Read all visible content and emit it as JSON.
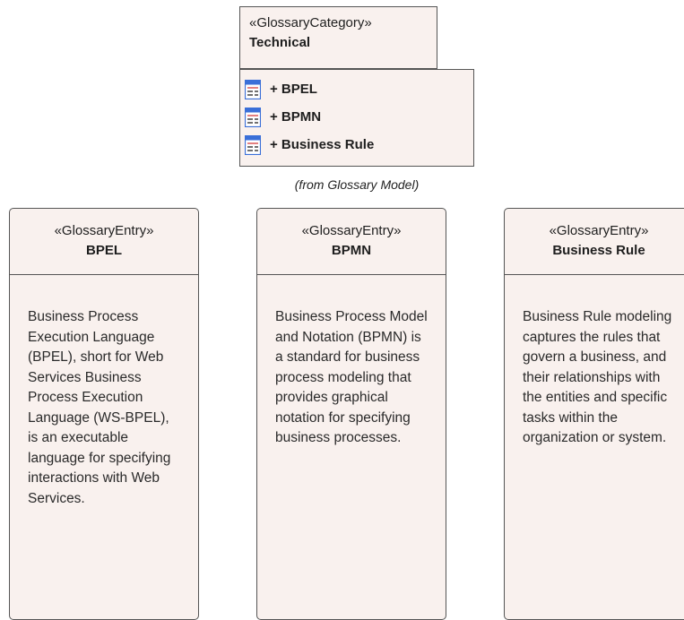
{
  "package": {
    "stereotype": "«GlossaryCategory»",
    "name": "Technical",
    "items": [
      {
        "label": "+ BPEL",
        "icon": "glossary-entry-icon"
      },
      {
        "label": "+ BPMN",
        "icon": "glossary-entry-icon"
      },
      {
        "label": "+ Business Rule",
        "icon": "glossary-entry-icon"
      }
    ],
    "from_note": "(from Glossary Model)"
  },
  "entries": [
    {
      "stereotype": "«GlossaryEntry»",
      "name": "BPEL",
      "description": "Business Process Execution Language (BPEL), short for Web Services Business Process Execution Language (WS-BPEL), is an executable language for specifying interactions with Web Services."
    },
    {
      "stereotype": "«GlossaryEntry»",
      "name": "BPMN",
      "description": "Business Process Model and Notation (BPMN) is a standard for business process modeling that provides graphical notation for specifying business processes."
    },
    {
      "stereotype": "«GlossaryEntry»",
      "name": "Business Rule",
      "description": "Business Rule modeling captures the rules that govern a business, and their relationships with the entities and specific tasks within the organization or system."
    }
  ],
  "colors": {
    "box_fill": "#f9f1ee",
    "border": "#555555",
    "icon_blue": "#3a6fd8",
    "icon_red": "#d94a4a"
  }
}
